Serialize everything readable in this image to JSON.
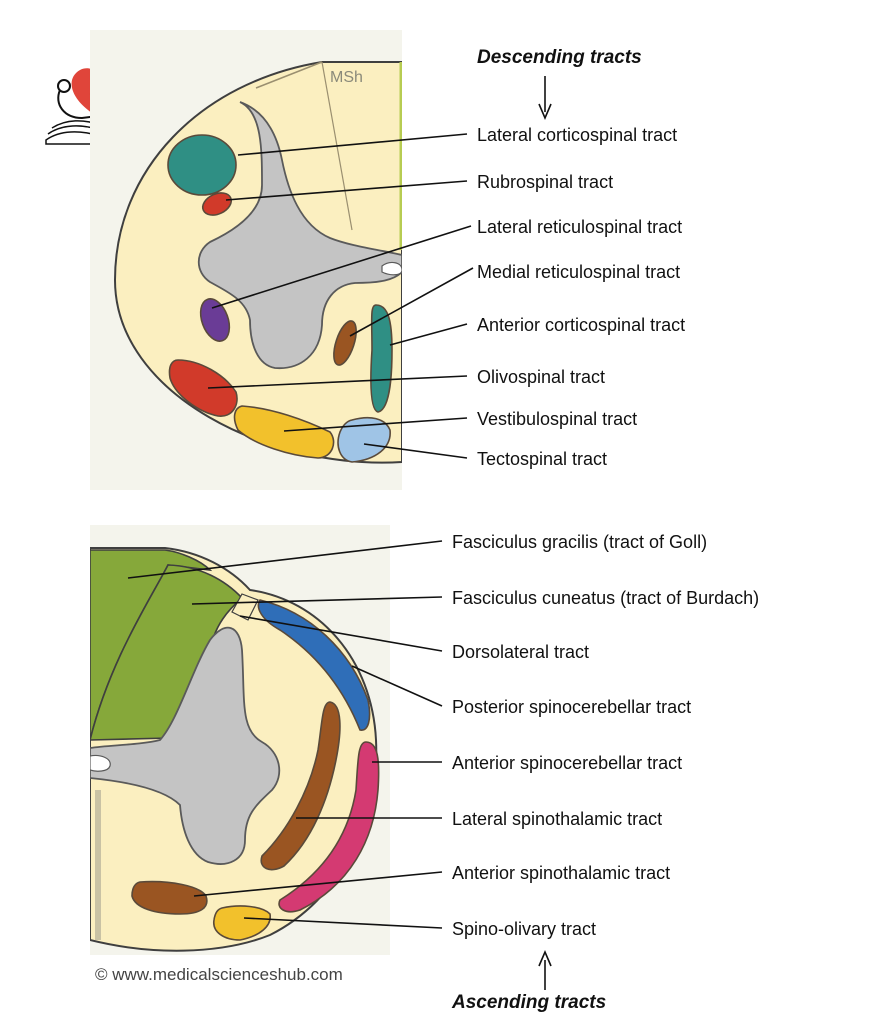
{
  "watermark": "MSh",
  "copyright": "© www.medicalscienceshub.com",
  "colors": {
    "white_matter": "#fbefc0",
    "grey_matter": "#c4c4c4",
    "outline": "#3f3f3f",
    "lateral_corticospinal": "#2f8f84",
    "rubrospinal": "#d13a2a",
    "lateral_reticulospinal": "#6a3c96",
    "medial_reticulospinal": "#9a5522",
    "anterior_corticospinal": "#2f8f84",
    "olivospinal": "#d13a2a",
    "vestibulospinal": "#f2c12c",
    "tectospinal": "#9fc4e6",
    "fasciculus_gracilis": "#86a83a",
    "fasciculus_cuneatus": "#86a83a",
    "posterior_spinocerebellar": "#2f6eb8",
    "anterior_spinocerebellar": "#d43a72",
    "lateral_spinothalamic": "#9a5522",
    "anterior_spinothalamic": "#9a5522",
    "spino_olivary": "#f2c12c",
    "logo_heart": "#e0453a"
  },
  "descending": {
    "heading": "Descending tracts",
    "labels": [
      "Lateral corticospinal tract",
      "Rubrospinal tract",
      "Lateral reticulospinal tract",
      "Medial reticulospinal tract",
      "Anterior corticospinal tract",
      "Olivospinal tract",
      "Vestibulospinal tract",
      "Tectospinal tract"
    ]
  },
  "ascending": {
    "heading": "Ascending tracts",
    "labels": [
      "Fasciculus gracilis (tract of Goll)",
      "Fasciculus cuneatus (tract of Burdach)",
      "Dorsolateral tract",
      "Posterior spinocerebellar tract",
      "Anterior spinocerebellar tract",
      "Lateral spinothalamic tract",
      "Anterior spinothalamic tract",
      "Spino-olivary tract"
    ]
  }
}
